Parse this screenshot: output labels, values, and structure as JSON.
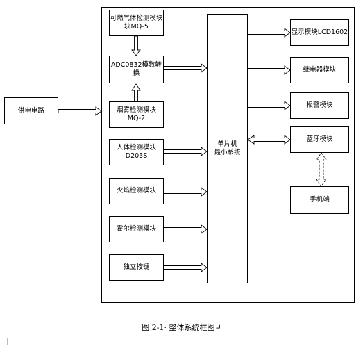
{
  "power_circuit": "供电电路",
  "gas_module": {
    "line1": "可燃气体检测模块",
    "line2": "块MQ-5"
  },
  "adc_module": {
    "line1": "ADC0832模数转",
    "line2": "换"
  },
  "smoke_module": {
    "line1": "烟雾检测模块",
    "line2": "MQ-2"
  },
  "body_module": {
    "line1": "人体检测模块",
    "line2": "D203S"
  },
  "flame_module": "火焰检测模块",
  "hall_module": "霍尔检测模块",
  "key_module": "独立按键",
  "mcu": {
    "line1": "单片机",
    "line2": "最小系统"
  },
  "lcd_module": "显示模块LCD1602",
  "relay_module": "继电器模块",
  "alarm_module": "报警模块",
  "bluetooth_module": "蓝牙模块",
  "phone": "手机端",
  "caption": "图 2-1· 整体系统框图↵"
}
